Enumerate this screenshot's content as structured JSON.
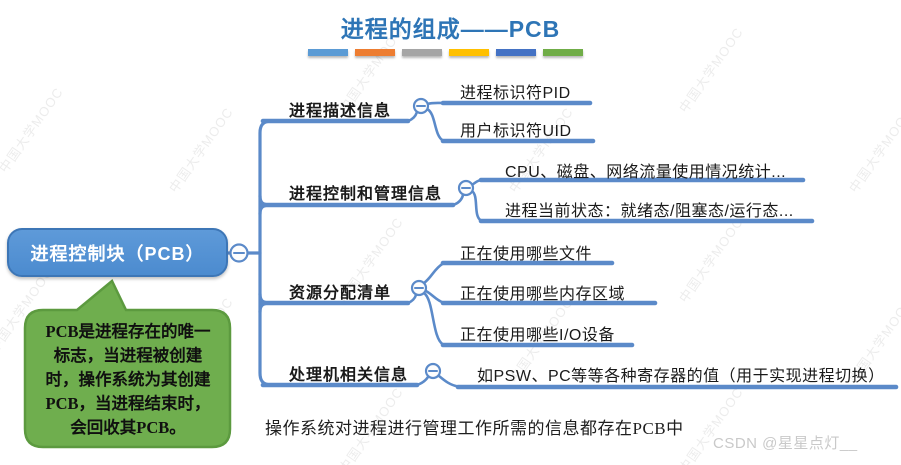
{
  "title": "进程的组成——PCB",
  "divider_colors": [
    "#5B9BD5",
    "#ED7D31",
    "#A5A5A5",
    "#FFC000",
    "#4472C4",
    "#70AD47"
  ],
  "root": {
    "label": "进程控制块（PCB）"
  },
  "note_bubble": "PCB是进程存在的唯一标志，当进程被创建时，操作系统为其创建PCB，当进程结束时，会回收其PCB。",
  "branches": [
    {
      "label": "进程描述信息",
      "children": [
        "进程标识符PID",
        "用户标识符UID"
      ]
    },
    {
      "label": "进程控制和管理信息",
      "children": [
        "CPU、磁盘、网络流量使用情况统计...",
        "进程当前状态：就绪态/阻塞态/运行态..."
      ]
    },
    {
      "label": "资源分配清单",
      "children": [
        "正在使用哪些文件",
        "正在使用哪些内存区域",
        "正在使用哪些I/O设备"
      ]
    },
    {
      "label": "处理机相关信息",
      "children": [
        "如PSW、PC等等各种寄存器的值（用于实现进程切换）"
      ]
    }
  ],
  "footer_note": "操作系统对进程进行管理工作所需的信息都存在PCB中",
  "watermark": {
    "site": "中国大学MOOC",
    "credit": "CSDN @星星点灯__"
  },
  "toggle_glyph": "−",
  "colors": {
    "line": "#5B8AC9",
    "title": "#2E75B6",
    "root_fill": "#4C8BCF",
    "root_fill_light": "#5E9AD9",
    "root_border": "#3D76B6",
    "root_text": "#FFFFFF",
    "bubble_fill": "#6FAE4E",
    "bubble_border": "#5C9A3F",
    "label_text": "#1A1A1A",
    "footer_text": "#1F1F1F",
    "watermark_gray": "#9A9A9A",
    "credit_gray": "#C9C9C9"
  }
}
